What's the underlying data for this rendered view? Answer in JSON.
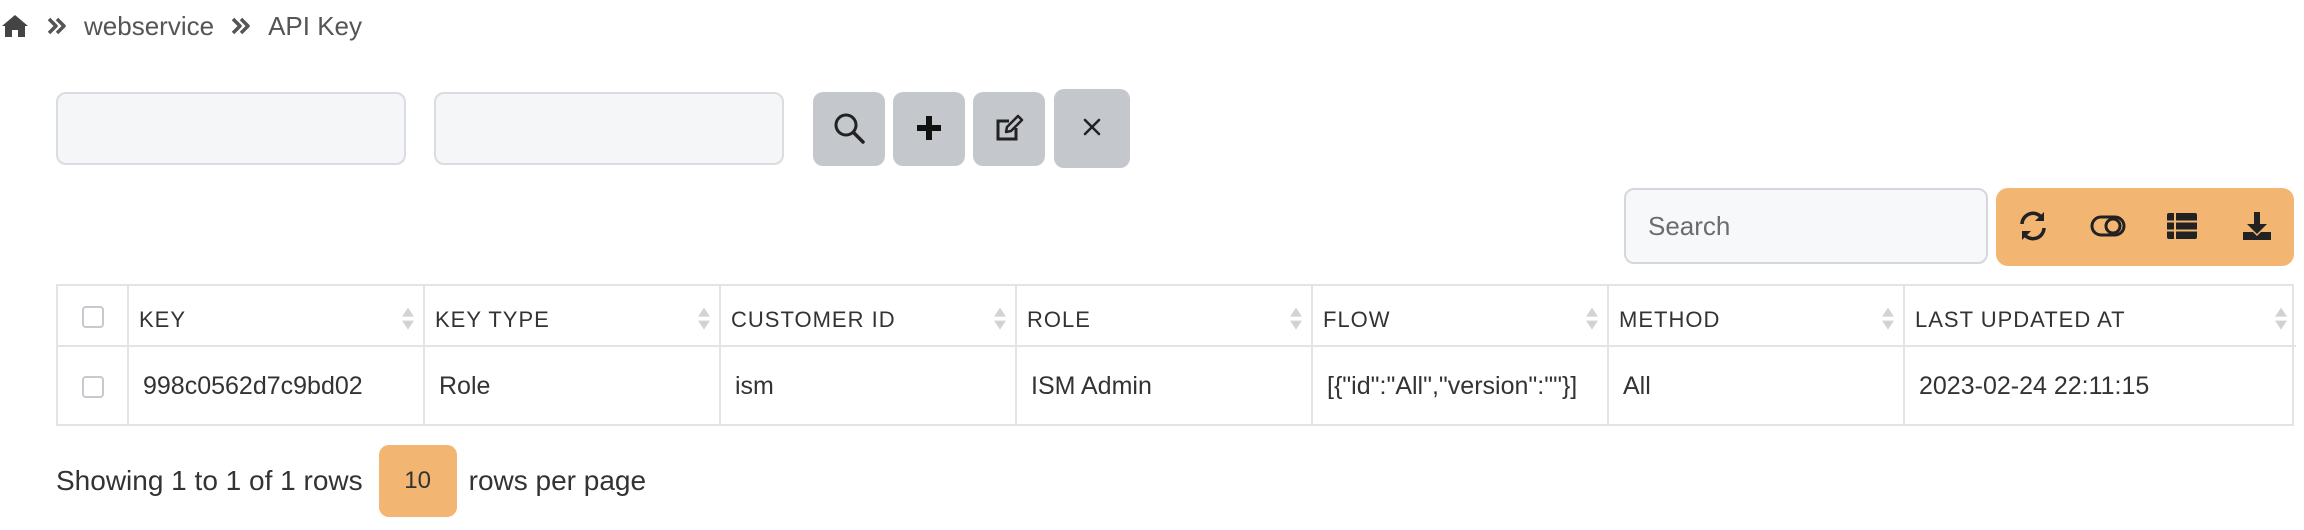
{
  "breadcrumb": {
    "items": [
      "webservice",
      "API Key"
    ]
  },
  "filters": {
    "first_value": "",
    "second_value": ""
  },
  "toolbar": {
    "search_placeholder": "Search"
  },
  "table": {
    "columns": [
      "KEY",
      "KEY TYPE",
      "CUSTOMER ID",
      "ROLE",
      "FLOW",
      "METHOD",
      "LAST UPDATED AT"
    ],
    "rows": [
      {
        "key": "998c0562d7c9bd02",
        "key_type": "Role",
        "customer_id": "ism",
        "role": "ISM Admin",
        "flow": "[{\"id\":\"All\",\"version\":\"\"}]",
        "method": "All",
        "last_updated_at": "2023-02-24 22:11:15"
      }
    ]
  },
  "pagination": {
    "showing_text": "Showing 1 to 1 of 1 rows",
    "page_size": "10",
    "rows_per_page_text": "rows per page"
  },
  "colors": {
    "accent_orange": "#f2b672",
    "tool_button_gray": "#c4c7cc"
  },
  "icons": [
    "home-icon",
    "double-chevron-right-icon",
    "search-icon",
    "plus-icon",
    "edit-icon",
    "close-icon",
    "refresh-icon",
    "toggle-icon",
    "columns-icon",
    "download-icon",
    "sort-icon"
  ]
}
